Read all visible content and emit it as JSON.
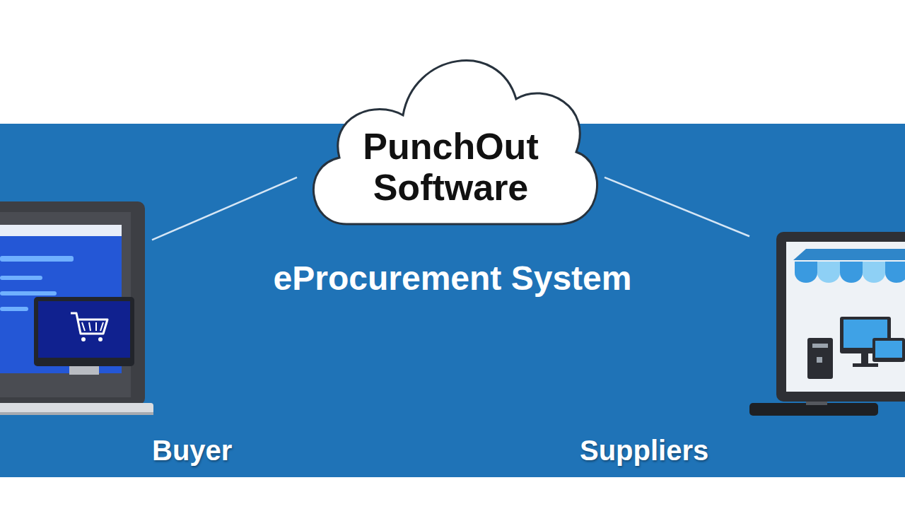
{
  "diagram": {
    "nodes": [
      {
        "text": [
          "PunchOut Software"
        ]
      },
      {
        "text": [
          "Buyer"
        ]
      },
      {
        "text": [
          "Suppliers"
        ]
      }
    ],
    "edges": [
      {
        "from": 0,
        "to": 1,
        "arrow": "none"
      },
      {
        "from": 0,
        "to": 2,
        "arrow": "none"
      }
    ],
    "labels": [
      "eProcurement System"
    ]
  }
}
